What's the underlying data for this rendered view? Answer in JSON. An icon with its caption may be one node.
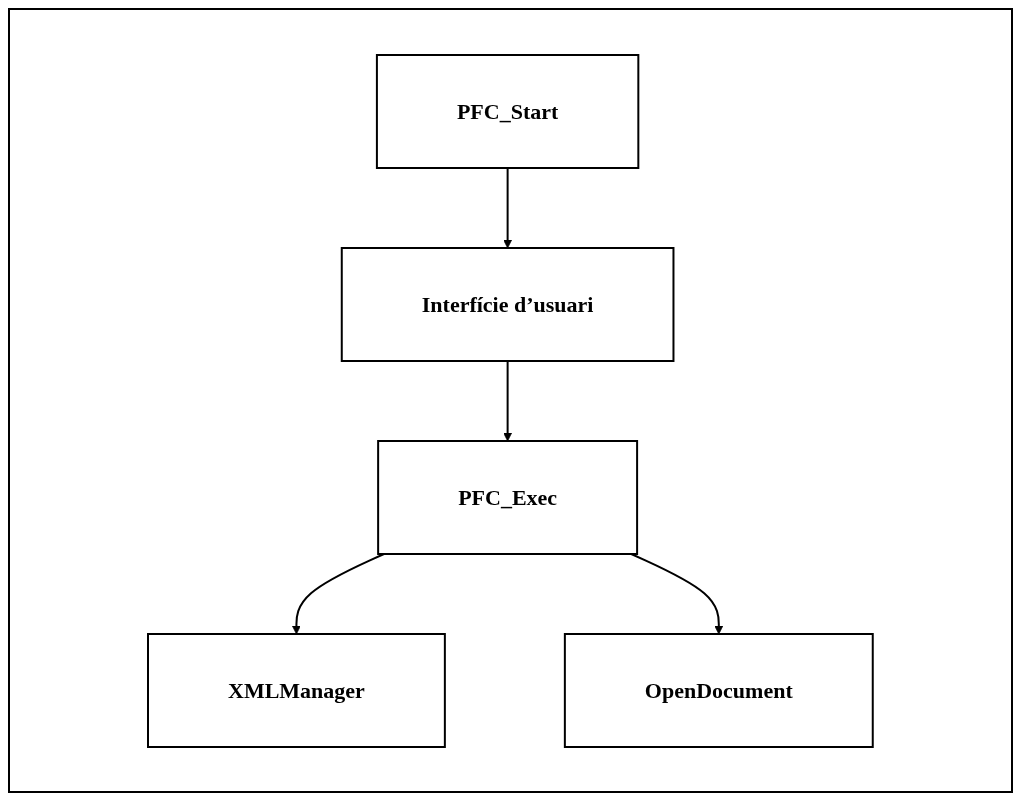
{
  "diagram": {
    "nodes": [
      {
        "text": [
          "PFC_Start"
        ]
      },
      {
        "text": [
          "Interfície d’usuari"
        ]
      },
      {
        "text": [
          "PFC_Exec"
        ]
      },
      {
        "text": [
          "XMLManager"
        ]
      },
      {
        "text": [
          "OpenDocument"
        ]
      }
    ],
    "edges": [
      {
        "from": 0,
        "to": 1,
        "arrow": "to"
      },
      {
        "from": 1,
        "to": 2,
        "arrow": "to"
      },
      {
        "from": 2,
        "to": 3,
        "arrow": "to"
      },
      {
        "from": 2,
        "to": 4,
        "arrow": "to"
      }
    ]
  }
}
